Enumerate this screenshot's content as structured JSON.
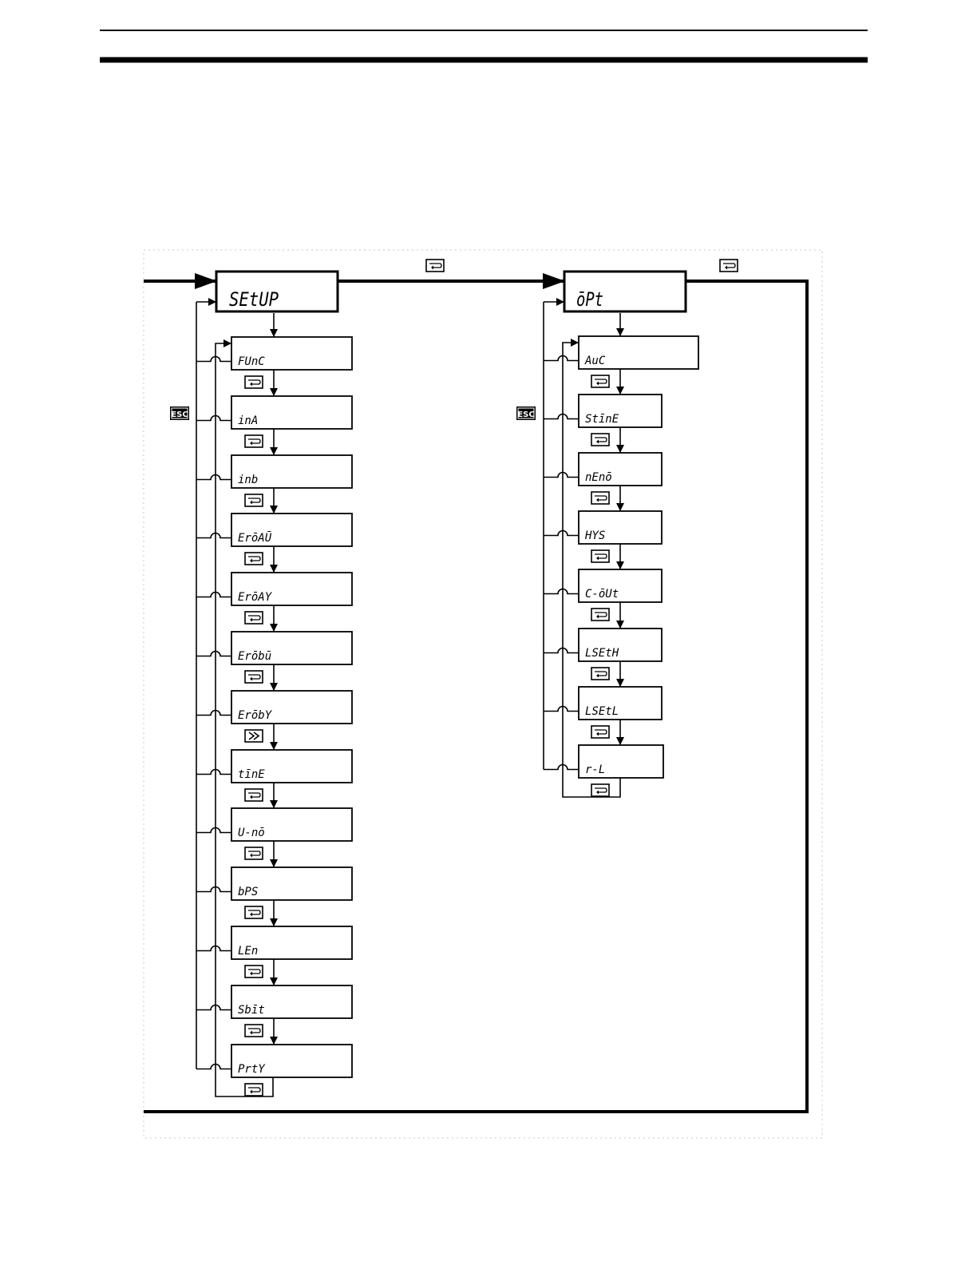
{
  "diagram": {
    "setup_menu": {
      "title": "SEtUP",
      "escape_key": "ESC",
      "items": [
        "FUnC",
        "inA",
        "inb",
        "ErōAŪ",
        "ErōAY",
        "Erōbū",
        "ErōbY",
        "tīnE",
        "U-nō",
        "bPS",
        "LEn",
        "Sbīt",
        "PrtY"
      ],
      "step_keys": [
        "mode",
        "mode",
        "mode",
        "mode",
        "mode",
        "mode",
        "shift",
        "mode",
        "mode",
        "mode",
        "mode",
        "mode",
        "mode"
      ]
    },
    "option_menu": {
      "title": "ōPt",
      "escape_key": "ESC",
      "items": [
        "AuC",
        "StīnE",
        "nEnō",
        "HYS",
        "C-ōUt",
        "LSEtH",
        "LSEtL",
        "r-L"
      ],
      "step_keys": [
        "mode",
        "mode",
        "mode",
        "mode",
        "mode",
        "mode",
        "mode",
        "mode"
      ]
    },
    "transition_keys": [
      "mode",
      "mode"
    ]
  }
}
